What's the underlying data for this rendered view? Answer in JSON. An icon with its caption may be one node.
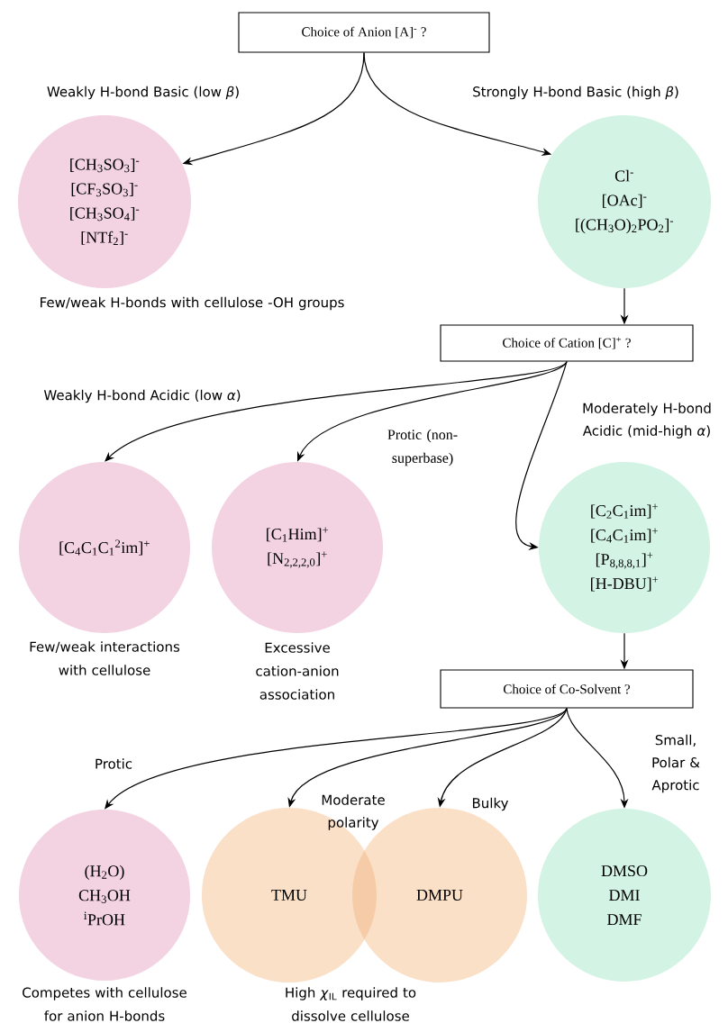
{
  "diagram": {
    "nodes": [
      {
        "text": [
          "Choice of Anion [A]$^{-}$ ?"
        ]
      },
      {
        "text": [
          "[CH$_{3}$SO$_{3}$]$^{-}$",
          "[CF$_{3}$SO$_{3}$]$^{-}$",
          "[CH$_{3}$SO$_{4}$]$^{-}$",
          "[NTf$_{2}$]$^{-}$"
        ],
        "beside": [
          "Few/weak H-bonds with cellulose -OH groups"
        ]
      },
      {
        "text": [
          "Cl$^{-}$",
          "[OAc]$^{-}$",
          "[(CH$_{3}$O)$_{2}$PO$_{2}$]$^{-}$"
        ]
      },
      {
        "text": [
          "Choice of Cation [C]$^{+}$ ?"
        ]
      },
      {
        "text": [
          "[C$_{4}$C$_{1}$C$_{1}$$^{2}$im]$^{+}$"
        ],
        "beside": [
          "Few/weak interactions with cellulose"
        ]
      },
      {
        "text": [
          "[C$_{1}$Him]$^{+}$",
          "[N$_{2,2,2,0}$]$^{+}$"
        ],
        "beside": [
          "Excessive cation-anion association"
        ]
      },
      {
        "text": [
          "[C$_{2}$C$_{1}$im]$^{+}$",
          "[C$_{4}$C$_{1}$im]$^{+}$",
          "[P$_{8,8,8,1}$]$^{+}$",
          "[H-DBU]$^{+}$"
        ]
      },
      {
        "text": [
          "Choice of Co-Solvent ?"
        ]
      },
      {
        "text": [
          "(H$_{2}$O)",
          "CH$_{3}$OH",
          "$^{i}$PrOH"
        ],
        "beside": [
          "Competes with cellulose for anion H-bonds"
        ]
      },
      {
        "text": [
          "TMU"
        ]
      },
      {
        "text": [
          "DMPU"
        ]
      },
      {
        "text": [
          "DMSO",
          "DMI",
          "DMF"
        ]
      }
    ],
    "edges": [
      {
        "from": 0,
        "to": 1,
        "arrow": "to",
        "label": "Weakly H-bond Basic (low *β*)"
      },
      {
        "from": 0,
        "to": 2,
        "arrow": "to",
        "label": "Strongly H-bond Basic (high *β*)"
      },
      {
        "from": 2,
        "to": 3,
        "arrow": "to"
      },
      {
        "from": 3,
        "to": 4,
        "arrow": "to",
        "label": "Weakly H-bond Acidic (low *α*)"
      },
      {
        "from": 3,
        "to": 5,
        "arrow": "to",
        "label": "Protic (non-superbase)"
      },
      {
        "from": 3,
        "to": 6,
        "arrow": "to",
        "label": "Moderately H-bond Acidic (mid-high *α*)"
      },
      {
        "from": 6,
        "to": 7,
        "arrow": "to"
      },
      {
        "from": 7,
        "to": 8,
        "arrow": "to",
        "label": "Protic"
      },
      {
        "from": 7,
        "to": 9,
        "arrow": "to",
        "label": "Moderate polarity"
      },
      {
        "from": 7,
        "to": 10,
        "arrow": "to",
        "label": "Bulky"
      },
      {
        "from": 7,
        "to": 11,
        "arrow": "to",
        "label": "Small, Polar & Aprotic"
      }
    ],
    "labels": [
      "High *χ*$_{IL}$ required to dissolve cellulose"
    ]
  }
}
